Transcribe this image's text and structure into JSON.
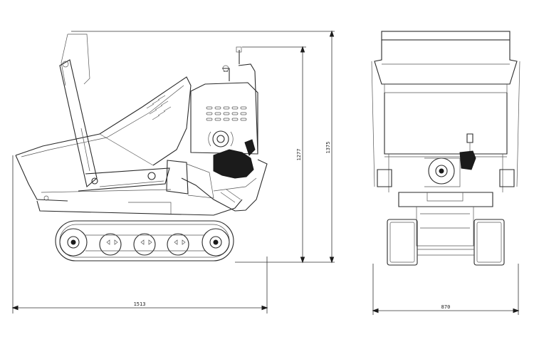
{
  "dimensions": {
    "overall_length": "1513",
    "overall_width": "870",
    "handle_height": "1277",
    "overall_height": "1375"
  }
}
